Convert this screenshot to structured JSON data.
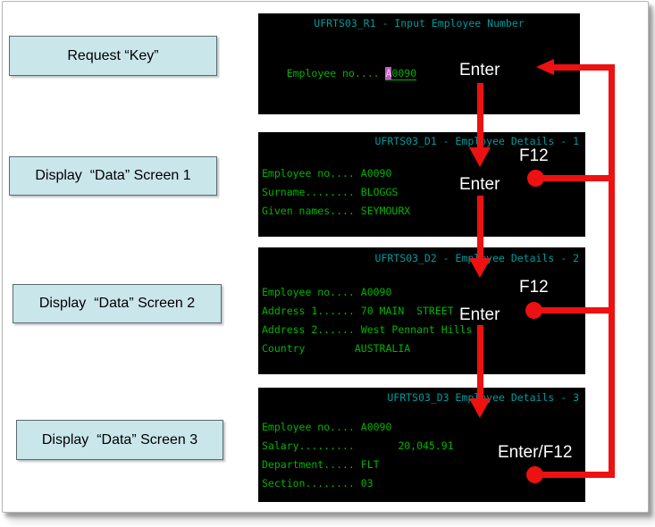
{
  "labels": [
    {
      "text": "Request “Key”"
    },
    {
      "text": "Display  “Data” Screen 1"
    },
    {
      "text": "Display  “Data” Screen 2"
    },
    {
      "text": "Display  “Data” Screen 3"
    }
  ],
  "screens": [
    {
      "title": "UFRTS03_R1 - Input Employee Number",
      "field_label": "Employee no.... ",
      "cursor_char": "A",
      "field_value": "0090"
    },
    {
      "title": "UFRTS03_D1 - Employee Details - 1",
      "lines": [
        "Employee no.... A0090",
        "Surname........ BLOGGS",
        "Given names.... SEYMOURX"
      ]
    },
    {
      "title": "UFRTS03_D2 - Employee Details - 2",
      "lines": [
        "Employee no.... A0090",
        "Address 1...... 70 MAIN  STREET",
        "Address 2...... West Pennant Hills",
        "Country        AUSTRALIA"
      ]
    },
    {
      "title": "UFRTS03_D3 Employee Details - 3",
      "lines": [
        "Employee no.... A0090",
        "Salary.........       20,045.91",
        "Department..... FLT",
        "Section........ 03"
      ]
    }
  ],
  "keys": {
    "enter_1": "Enter",
    "f12_screen1": "F12",
    "enter_2": "Enter",
    "f12_screen2": "F12",
    "enter_3": "Enter",
    "enter_f12": "Enter/F12"
  },
  "colors": {
    "flow_red": "#ee1111",
    "terminal_green": "#00b400",
    "terminal_title_cyan": "#009b9b",
    "label_box_fill": "#c9e6eb",
    "cursor_magenta": "#c45ac4",
    "key_text_white": "#ffffff",
    "screen_bg": "#000000"
  }
}
